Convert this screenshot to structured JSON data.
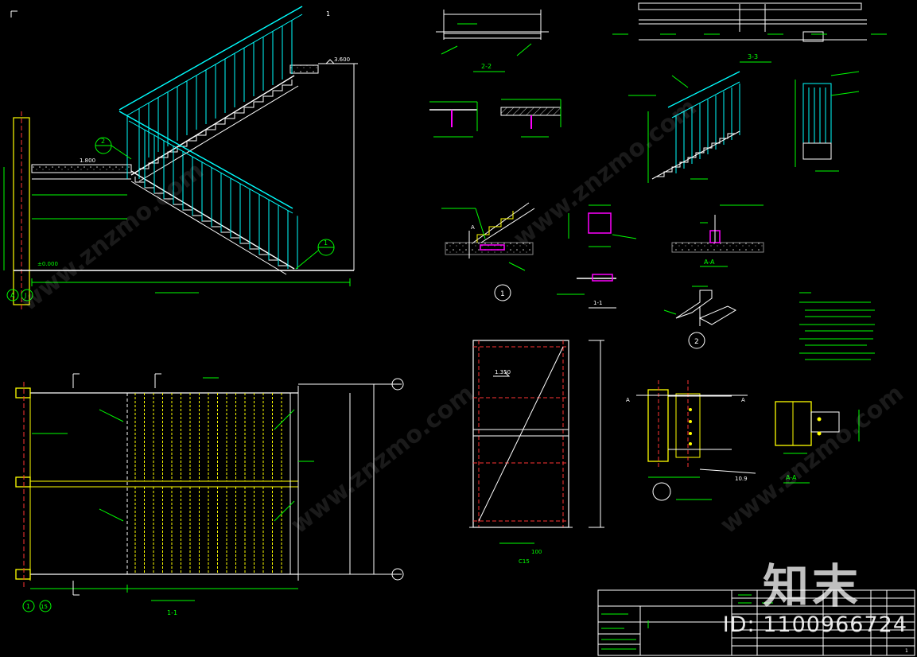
{
  "sheet_index": "1",
  "labels": {
    "elev_top": "3.600",
    "elev_mid": "1.800",
    "elev_base": "±0.000",
    "grid_a": "A",
    "grid_j": "J",
    "grid_1": "1",
    "grid_15": "15",
    "callout_1": "1",
    "callout_2": "2",
    "section_22": "2-2",
    "section_33": "3-3",
    "section_aa": "A-A",
    "section_aa2": "A-A",
    "section_11": "1-1",
    "section_11_mark": "1-1",
    "detail_1": "1",
    "detail_2": "2",
    "plan_elev": "1.350",
    "slab_note_1": "100",
    "slab_note_2": "C15",
    "bolt_note": "10.9",
    "aa_label": "A",
    "lbl_a_left": "A",
    "lbl_a_right": "A",
    "tb_mark_1": "1"
  },
  "watermark": {
    "brand": "知末",
    "id": "ID: 1100966724",
    "diag": [
      "www.znzmo.com",
      "www.znzmo.com",
      "www.znzmo.com",
      "www.znzmo.com"
    ]
  },
  "colors": {
    "background": "#000000",
    "rail": "#00ffff",
    "structure": "#ffffff",
    "dims": "#00ff00",
    "steel": "#ffff00",
    "accent": "#ff00ff",
    "hidden": "#ff3333"
  }
}
